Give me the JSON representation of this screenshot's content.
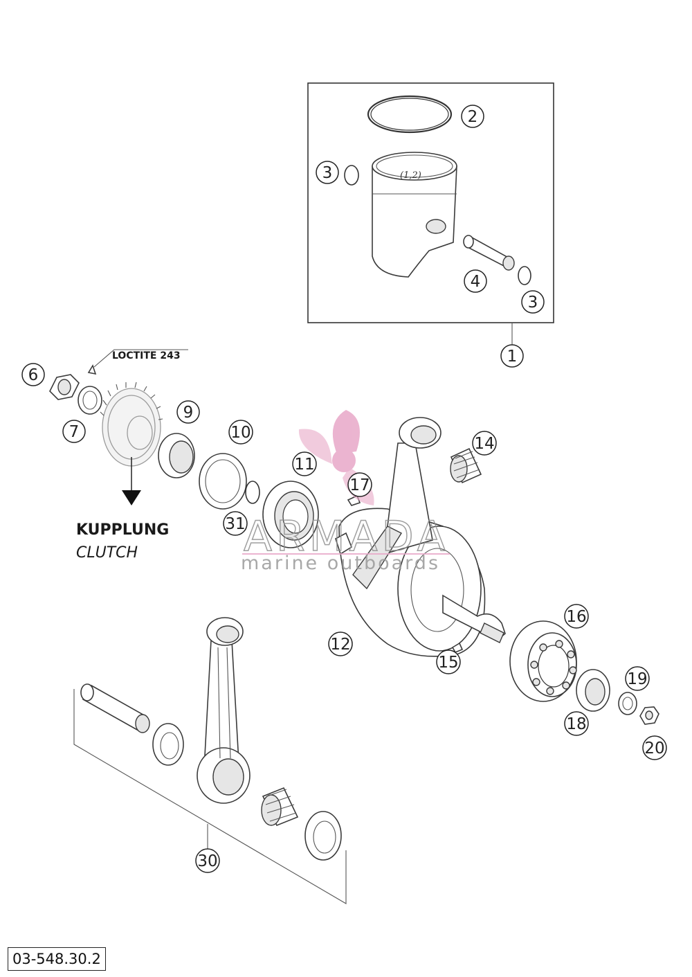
{
  "labels": {
    "loctite": "LOCTITE 243",
    "clutch_de": "KUPPLUNG",
    "clutch_en": "CLUTCH",
    "document_code": "03-548.30.2"
  },
  "watermark": {
    "brand": "ARMADA",
    "tagline": "marine outboards",
    "logo_color": "#e8a8c8"
  },
  "callouts": [
    {
      "id": "c1",
      "text": "1"
    },
    {
      "id": "c2",
      "text": "2"
    },
    {
      "id": "c3a",
      "text": "3"
    },
    {
      "id": "c3b",
      "text": "3"
    },
    {
      "id": "c4",
      "text": "4"
    },
    {
      "id": "c6",
      "text": "6"
    },
    {
      "id": "c7",
      "text": "7"
    },
    {
      "id": "c9",
      "text": "9"
    },
    {
      "id": "c10",
      "text": "10"
    },
    {
      "id": "c11",
      "text": "11"
    },
    {
      "id": "c12",
      "text": "12"
    },
    {
      "id": "c14",
      "text": "14"
    },
    {
      "id": "c15",
      "text": "15"
    },
    {
      "id": "c16",
      "text": "16"
    },
    {
      "id": "c17",
      "text": "17"
    },
    {
      "id": "c18",
      "text": "18"
    },
    {
      "id": "c19",
      "text": "19"
    },
    {
      "id": "c20",
      "text": "20"
    },
    {
      "id": "c30",
      "text": "30"
    },
    {
      "id": "c31",
      "text": "31"
    }
  ],
  "piston_marking": "(1,2)"
}
